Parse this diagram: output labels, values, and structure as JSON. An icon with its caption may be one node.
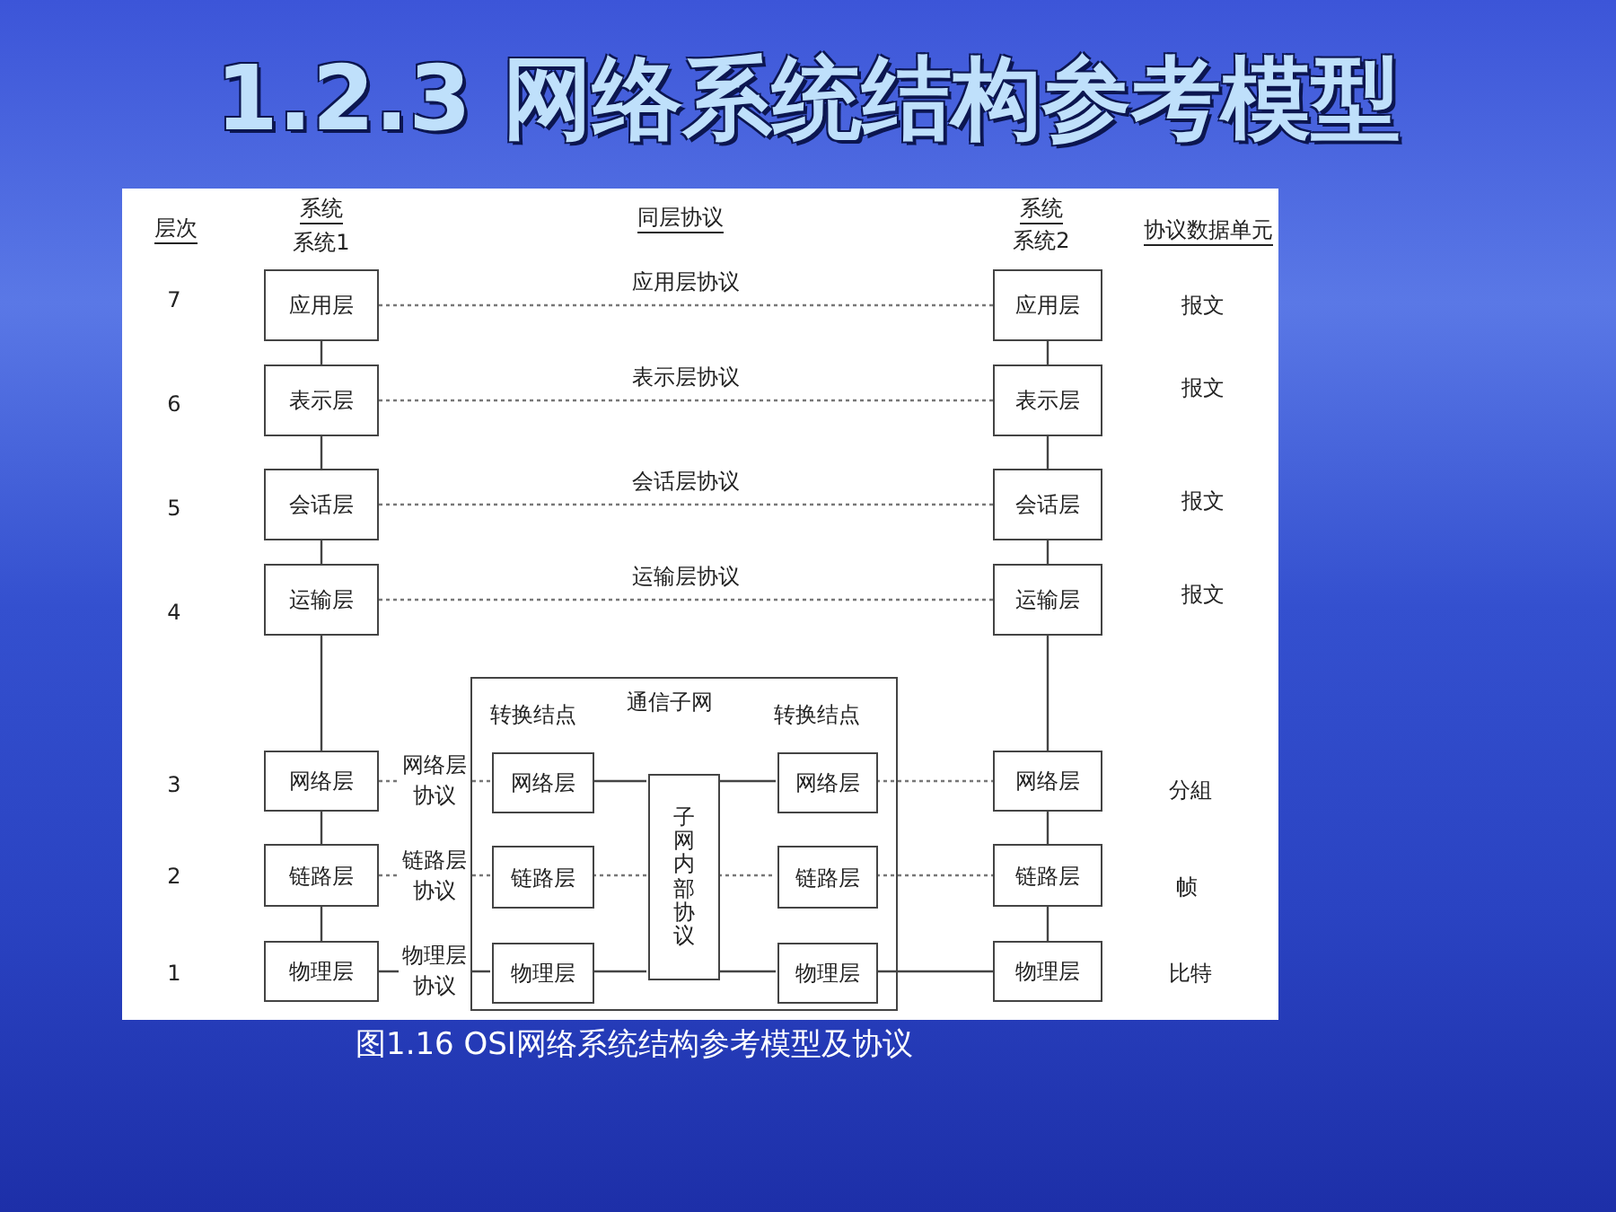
{
  "diagram": {
    "title": "1.2.3 网络系统结构参考模型",
    "caption": "图1.16 OSI网络系统结构参考模型及协议",
    "nodes": [
      {
        "text": [
          "应用层"
        ]
      },
      {
        "text": [
          "表示层"
        ]
      },
      {
        "text": [
          "会话层"
        ]
      },
      {
        "text": [
          "运输层"
        ]
      },
      {
        "text": [
          "网络层"
        ]
      },
      {
        "text": [
          "链路层"
        ]
      },
      {
        "text": [
          "物理层"
        ]
      },
      {
        "text": [
          "通信子网"
        ]
      },
      {
        "text": [
          "网络层"
        ],
        "in": 7
      },
      {
        "text": [
          "链路层"
        ],
        "in": 7
      },
      {
        "text": [
          "物理层"
        ],
        "in": 7
      },
      {
        "text": [
          "子网内部协议"
        ],
        "in": 7
      },
      {
        "text": [
          "网络层"
        ],
        "in": 7
      },
      {
        "text": [
          "链路层"
        ],
        "in": 7
      },
      {
        "text": [
          "物理层"
        ],
        "in": 7
      },
      {
        "text": [
          "应用层"
        ]
      },
      {
        "text": [
          "表示层"
        ]
      },
      {
        "text": [
          "会话层"
        ]
      },
      {
        "text": [
          "运输层"
        ]
      },
      {
        "text": [
          "网络层"
        ]
      },
      {
        "text": [
          "链路层"
        ]
      },
      {
        "text": [
          "物理层"
        ]
      }
    ],
    "edges": [
      {
        "from": 0,
        "to": 1,
        "arrow": "none"
      },
      {
        "from": 1,
        "to": 2,
        "arrow": "none"
      },
      {
        "from": 2,
        "to": 3,
        "arrow": "none"
      },
      {
        "from": 3,
        "to": 4,
        "arrow": "none"
      },
      {
        "from": 4,
        "to": 5,
        "arrow": "none"
      },
      {
        "from": 5,
        "to": 6,
        "arrow": "none"
      },
      {
        "from": 15,
        "to": 16,
        "arrow": "none"
      },
      {
        "from": 16,
        "to": 17,
        "arrow": "none"
      },
      {
        "from": 17,
        "to": 18,
        "arrow": "none"
      },
      {
        "from": 18,
        "to": 19,
        "arrow": "none"
      },
      {
        "from": 19,
        "to": 20,
        "arrow": "none"
      },
      {
        "from": 20,
        "to": 21,
        "arrow": "none"
      },
      {
        "from": 0,
        "to": 15,
        "arrow": "none",
        "label": "应用层协议",
        "style": "dashed"
      },
      {
        "from": 1,
        "to": 16,
        "arrow": "none",
        "label": "表示层协议",
        "style": "dashed"
      },
      {
        "from": 2,
        "to": 17,
        "arrow": "none",
        "label": "会话层协议",
        "style": "dashed"
      },
      {
        "from": 3,
        "to": 18,
        "arrow": "none",
        "label": "运输层协议",
        "style": "dashed"
      },
      {
        "from": 4,
        "to": 8,
        "arrow": "none",
        "label": "网络层协议",
        "style": "dashed"
      },
      {
        "from": 5,
        "to": 9,
        "arrow": "none",
        "label": "链路层协议",
        "style": "dashed"
      },
      {
        "from": 6,
        "to": 10,
        "arrow": "none",
        "label": "物理层协议"
      },
      {
        "from": 8,
        "to": 11,
        "arrow": "none"
      },
      {
        "from": 9,
        "to": 11,
        "arrow": "none",
        "style": "dashed"
      },
      {
        "from": 10,
        "to": 11,
        "arrow": "none"
      },
      {
        "from": 11,
        "to": 12,
        "arrow": "none"
      },
      {
        "from": 11,
        "to": 13,
        "arrow": "none",
        "style": "dashed"
      },
      {
        "from": 11,
        "to": 14,
        "arrow": "none"
      },
      {
        "from": 12,
        "to": 19,
        "arrow": "none",
        "style": "dashed"
      },
      {
        "from": 13,
        "to": 20,
        "arrow": "none",
        "style": "dashed"
      },
      {
        "from": 14,
        "to": 21,
        "arrow": "none"
      }
    ],
    "labels": [
      "层次",
      "系统",
      "同层协议",
      "系统",
      "协议数据单元",
      "系统1",
      "系统2",
      "7",
      "报文",
      "6",
      "报文",
      "5",
      "报文",
      "4",
      "报文",
      "转换结点",
      "转换结点",
      "3",
      "分組",
      "2",
      "帧",
      "1",
      "比特"
    ]
  }
}
